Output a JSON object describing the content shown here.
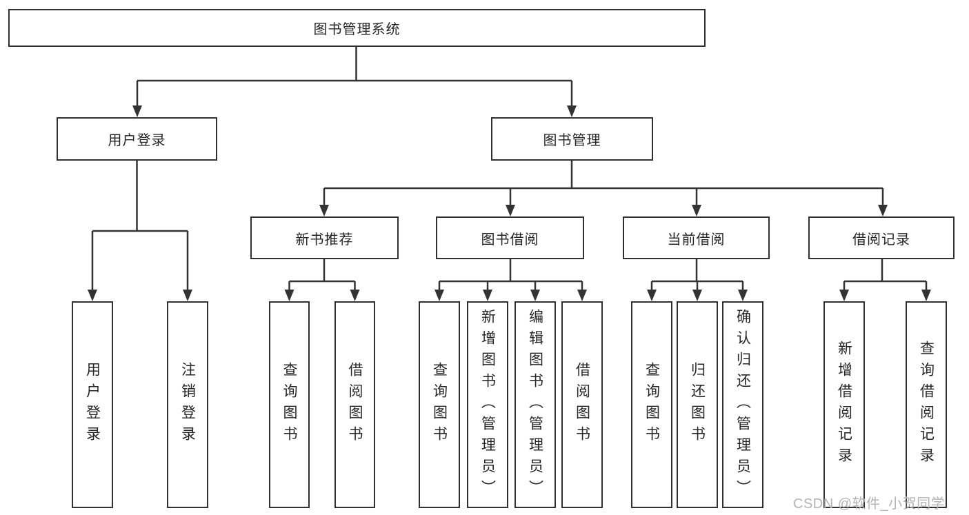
{
  "diagram": {
    "root": {
      "label": "图书管理系统",
      "children": [
        {
          "label": "用户登录",
          "children": [
            {
              "label": "用户登录"
            },
            {
              "label": "注销登录"
            }
          ]
        },
        {
          "label": "图书管理",
          "children": [
            {
              "label": "新书推荐",
              "children": [
                {
                  "label": "查询图书"
                },
                {
                  "label": "借阅图书"
                }
              ]
            },
            {
              "label": "图书借阅",
              "children": [
                {
                  "label": "查询图书"
                },
                {
                  "label": "新增图书（管理员）"
                },
                {
                  "label": "编辑图书（管理员）"
                },
                {
                  "label": "借阅图书"
                }
              ]
            },
            {
              "label": "当前借阅",
              "children": [
                {
                  "label": "查询图书"
                },
                {
                  "label": "归还图书"
                },
                {
                  "label": "确认归还（管理员）"
                }
              ]
            },
            {
              "label": "借阅记录",
              "children": [
                {
                  "label": "新增借阅记录"
                },
                {
                  "label": "查询借阅记录"
                }
              ]
            }
          ]
        }
      ]
    },
    "watermark": "CSDN @软件_小贺同学",
    "colors": {
      "line": "#333333",
      "box_border": "#303030",
      "text": "#262626",
      "watermark": "#b3b3b3",
      "background": "#ffffff"
    }
  }
}
